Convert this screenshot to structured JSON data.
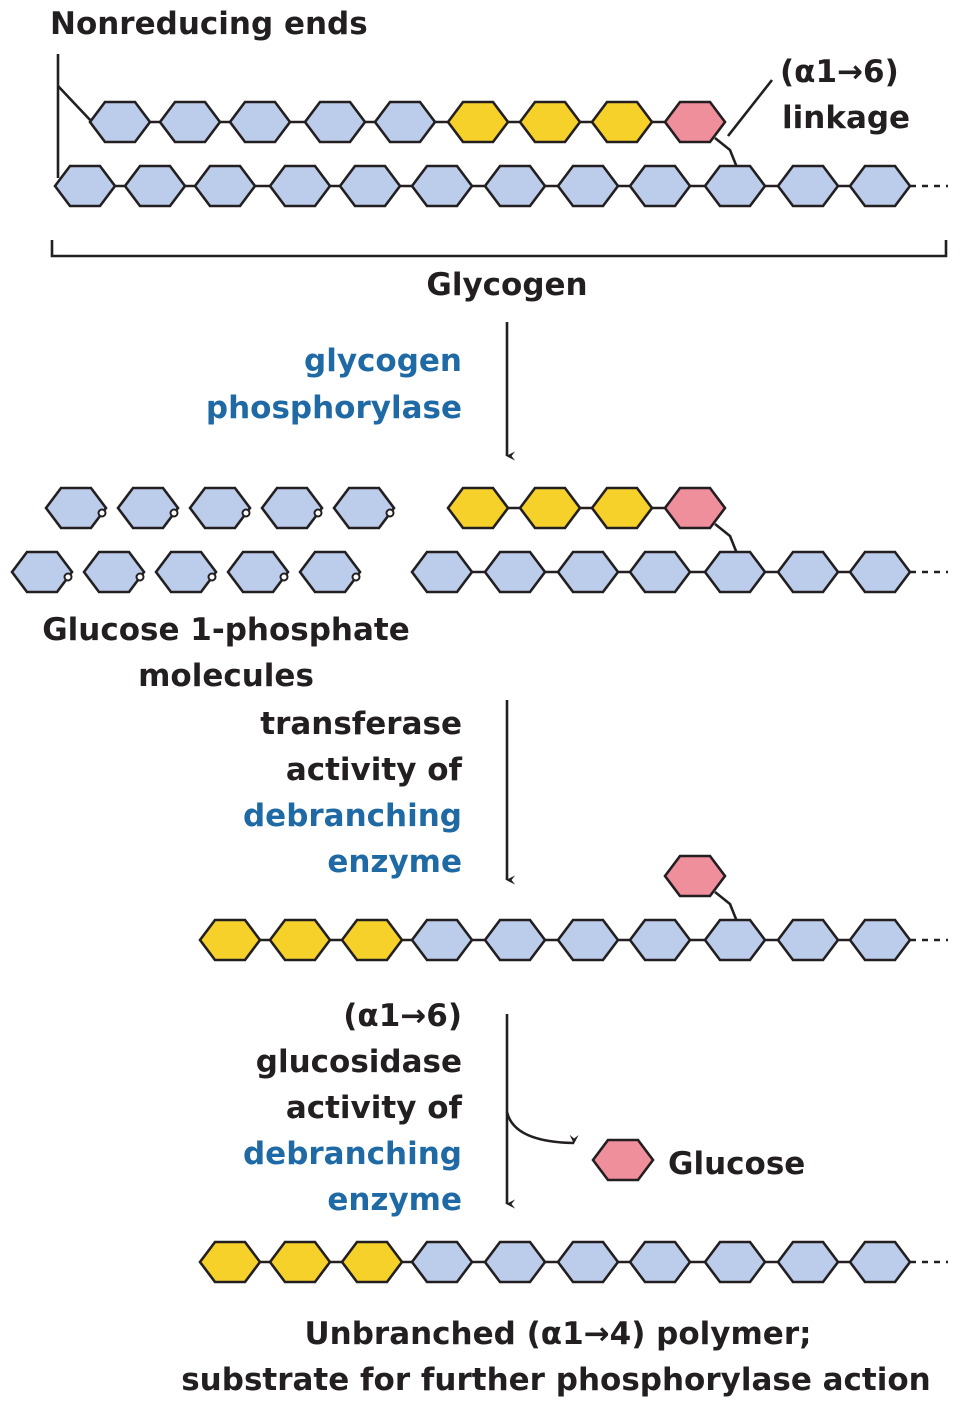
{
  "labels": {
    "nonreducing_ends": "Nonreducing ends",
    "linkage_line1": "(α1→6)",
    "linkage_line2": "linkage",
    "glycogen": "Glycogen",
    "enzyme1_line1": "glycogen",
    "enzyme1_line2": "phosphorylase",
    "product1_line1": "Glucose 1-phosphate",
    "product1_line2": "molecules",
    "step2_line1": "transferase",
    "step2_line2": "activity of",
    "step2_line3": "debranching",
    "step2_line4": "enzyme",
    "step3_line1": "(α1→6)",
    "step3_line2": "glucosidase",
    "step3_line3": "activity of",
    "step3_line4": "debranching",
    "step3_line5": "enzyme",
    "glucose": "Glucose",
    "final_line1": "Unbranched (α1→4) polymer;",
    "final_line2": "substrate for further phosphorylase action"
  },
  "colors": {
    "glucose_unit": "#bccdeb",
    "transferred_unit": "#f6d12a",
    "branch_point_unit": "#ef8f9b",
    "enzyme_text": "#1f6aa5",
    "text": "#231f20"
  }
}
